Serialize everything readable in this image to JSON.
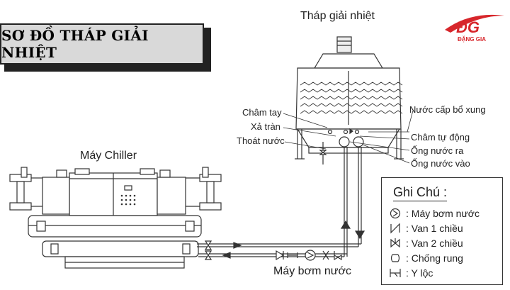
{
  "title": "SƠ ĐỒ THÁP GIẢI NHIỆT",
  "logo": {
    "mark": "ĐG",
    "text": "ĐẶNG GIA",
    "color": "#d7262b"
  },
  "labels": {
    "tower": "Tháp giải nhiệt",
    "chiller": "Máy Chiller",
    "pump": "Máy bơm nước",
    "cham_tay": "Châm tay",
    "xa_tran": "Xả tràn",
    "thoat_nuoc": "Thoát nước",
    "nuoc_cap": "Nước cấp bổ xung",
    "cham_tu_dong": "Châm tự động",
    "ong_ra": "Ống nước ra",
    "ong_vao": "Ống nước vào"
  },
  "legend": {
    "title": "Ghi Chú :",
    "items": [
      {
        "icon": "pump-symbol-icon",
        "label": ": Máy bơm nước"
      },
      {
        "icon": "check-valve-icon",
        "label": ": Van 1 chiều"
      },
      {
        "icon": "gate-valve-icon",
        "label": ": Van 2 chiều"
      },
      {
        "icon": "anti-vibration-icon",
        "label": ": Chống rung"
      },
      {
        "icon": "y-strainer-icon",
        "label": ": Y lộc"
      }
    ]
  }
}
